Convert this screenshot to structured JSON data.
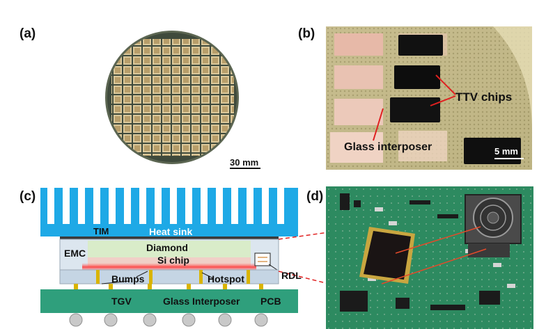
{
  "panels": {
    "a": {
      "label": "(a)",
      "scale": "30 mm"
    },
    "b": {
      "label": "(b)",
      "scale": "5 mm",
      "ttv": "TTV chips",
      "glass": "Glass interposer"
    },
    "c": {
      "label": "(c)",
      "tim": "TIM",
      "heat_sink": "Heat sink",
      "emc": "EMC",
      "diamond": "Diamond",
      "si_chip": "Si chip",
      "rdl": "RDL",
      "bumps": "Bumps",
      "hotspot": "Hotspot",
      "tgv": "TGV",
      "glass_interposer": "Glass Interposer",
      "pcb": "PCB"
    },
    "d": {
      "label": "(d)"
    }
  }
}
